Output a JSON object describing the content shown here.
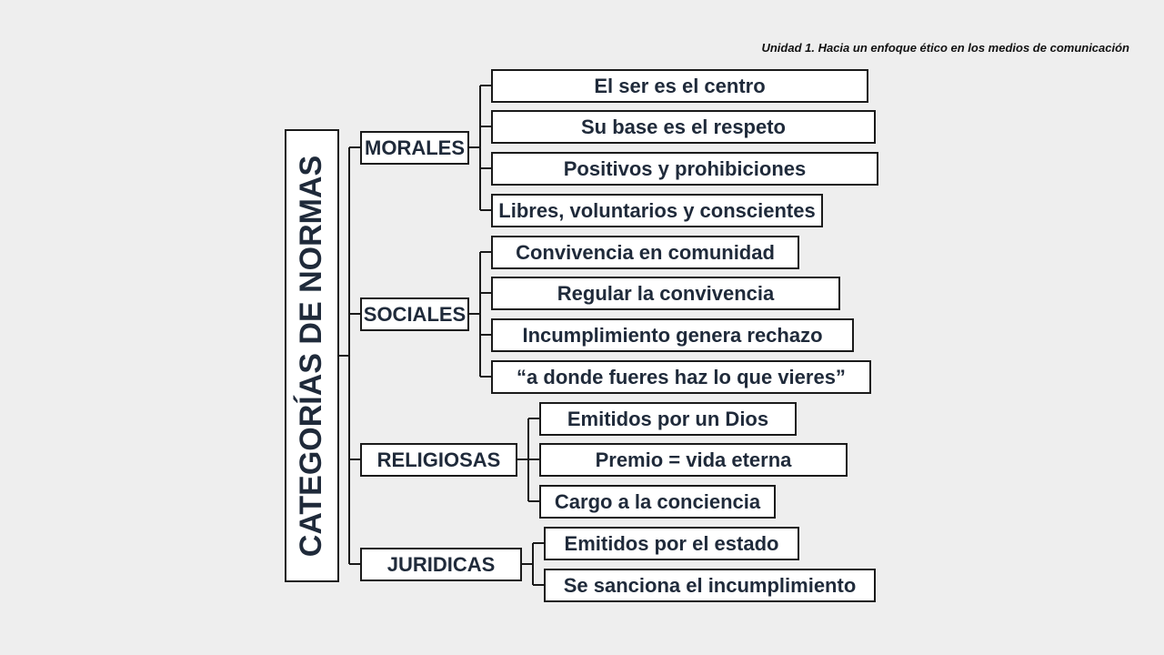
{
  "header": {
    "text": "Unidad 1. Hacia un enfoque ético en los medios de comunicación"
  },
  "diagram": {
    "root": "CATEGORÍAS DE NORMAS",
    "categories": [
      {
        "label": "MORALES",
        "items": [
          "El ser es el centro",
          "Su base es el respeto",
          "Positivos y prohibiciones",
          "Libres, voluntarios y conscientes"
        ]
      },
      {
        "label": "SOCIALES",
        "items": [
          "Convivencia en comunidad",
          "Regular la convivencia",
          "Incumplimiento genera rechazo",
          "“a donde fueres haz lo que vieres”"
        ]
      },
      {
        "label": "RELIGIOSAS",
        "items": [
          "Emitidos por un Dios",
          "Premio = vida eterna",
          "Cargo a la conciencia"
        ]
      },
      {
        "label": "JURIDICAS",
        "items": [
          "Emitidos por el estado",
          "Se sanciona el incumplimiento"
        ]
      }
    ]
  }
}
